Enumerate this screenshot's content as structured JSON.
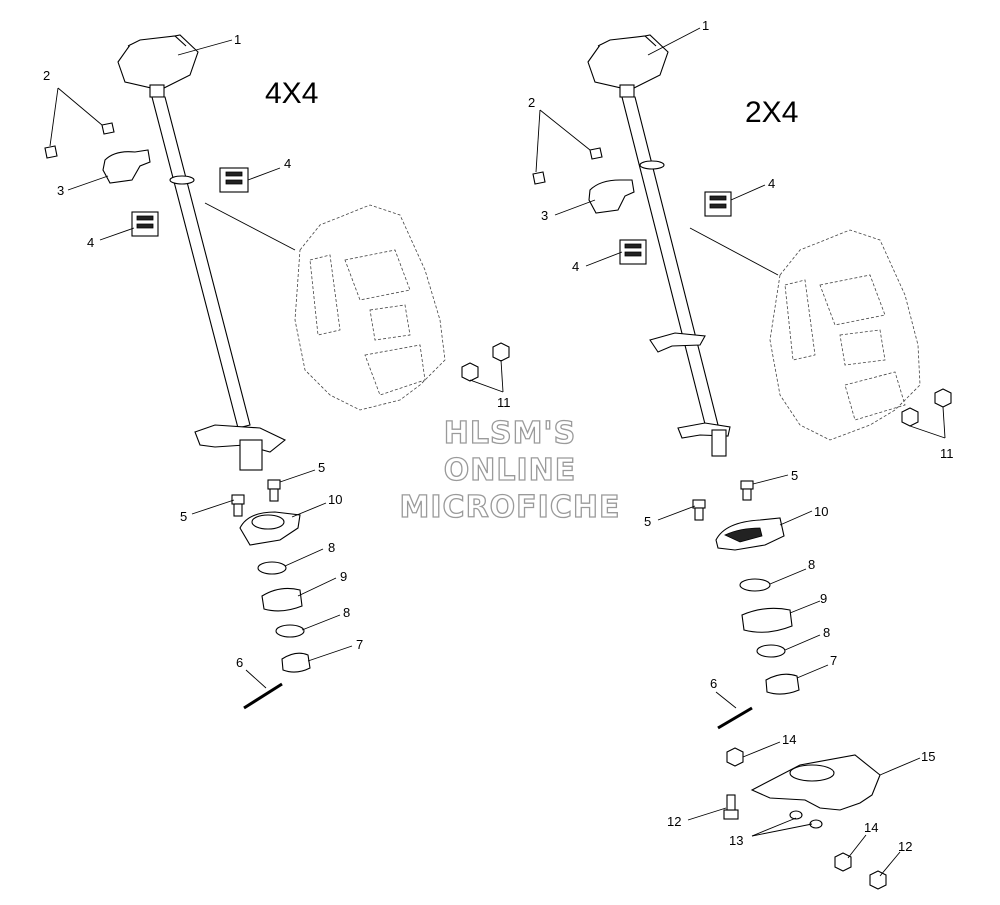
{
  "variants": {
    "left": "4X4",
    "right": "2X4"
  },
  "watermark": {
    "line1": "HLSM'S",
    "line2": "ONLINE",
    "line3": "MICROFICHE"
  },
  "callouts": {
    "l1": "1",
    "l2": "2",
    "l3": "3",
    "l4a": "4",
    "l4b": "4",
    "l5a": "5",
    "l5b": "5",
    "l6": "6",
    "l7": "7",
    "l8a": "8",
    "l8b": "8",
    "l9": "9",
    "l10": "10",
    "l11": "11",
    "r1": "1",
    "r2": "2",
    "r3": "3",
    "r4a": "4",
    "r4b": "4",
    "r5a": "5",
    "r5b": "5",
    "r6": "6",
    "r7": "7",
    "r8a": "8",
    "r8b": "8",
    "r9": "9",
    "r10": "10",
    "r11": "11",
    "r12a": "12",
    "r12b": "12",
    "r13": "13",
    "r14a": "14",
    "r14b": "14",
    "r15": "15"
  }
}
